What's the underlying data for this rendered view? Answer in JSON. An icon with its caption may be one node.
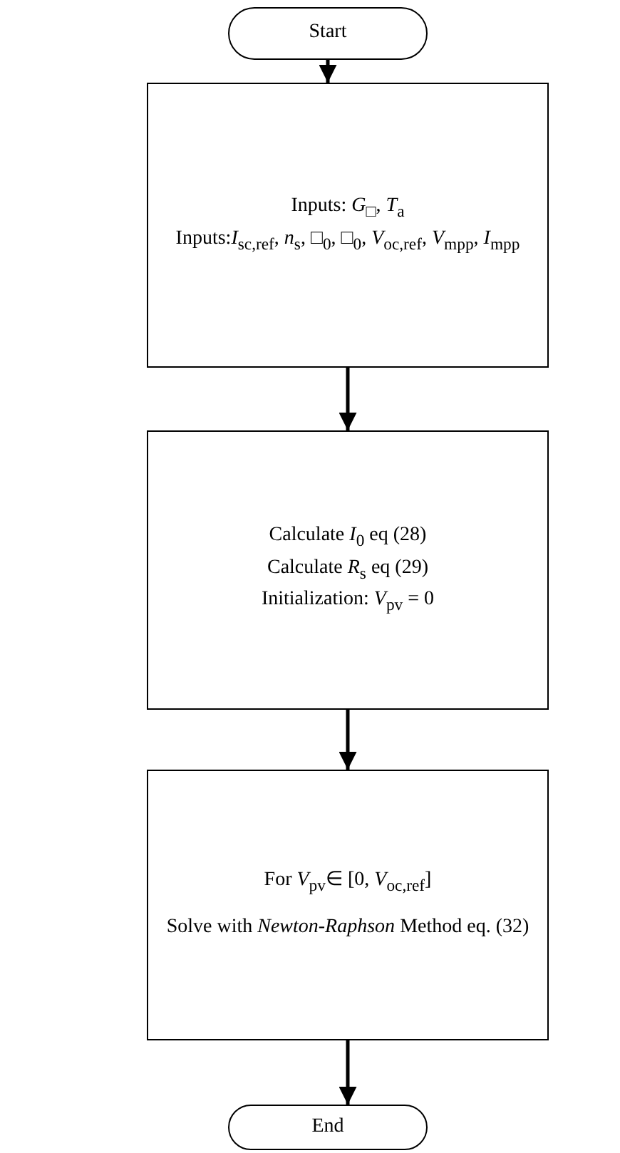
{
  "diagram": {
    "nodes": [
      {
        "text": [
          "Start"
        ]
      },
      {
        "text": [
          "Inputs: *G*$_{□}$, *T*$_{a}$",
          "Inputs:*I*$_{sc,ref}$, *n*$_{s}$, □$_{0}$, □$_{0}$, *V*$_{oc,ref}$, *V*$_{mpp}$, *I*$_{mpp}$"
        ]
      },
      {
        "text": [
          "Calculate *I*$_{0}$ eq (28)",
          "Calculate *R*$_{s}$ eq (29)",
          "Initialization: *V*$_{pv}$ = 0"
        ]
      },
      {
        "text": [
          "For *V*$_{pv}$∈ [0, *V*$_{oc,ref}$]",
          "Solve with *Newton-Raphson* Method eq. (32)"
        ]
      },
      {
        "text": [
          "End"
        ]
      }
    ],
    "edges": [
      {
        "from": 0,
        "to": 1,
        "arrow": "to"
      },
      {
        "from": 1,
        "to": 2,
        "arrow": "to"
      },
      {
        "from": 2,
        "to": 3,
        "arrow": "to"
      },
      {
        "from": 3,
        "to": 4,
        "arrow": "to"
      }
    ]
  }
}
